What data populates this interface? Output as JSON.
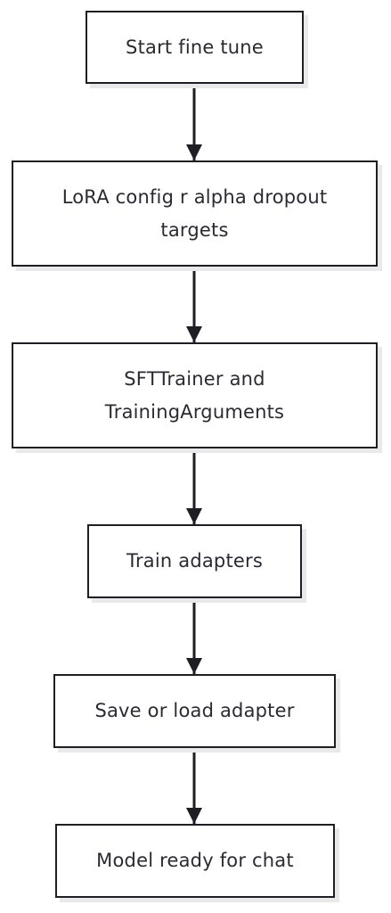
{
  "diagram": {
    "nodes": [
      {
        "id": "start",
        "label": "Start fine tune"
      },
      {
        "id": "lora",
        "label": "LoRA config r alpha dropout targets"
      },
      {
        "id": "sft",
        "label": "SFTTrainer and TrainingArguments"
      },
      {
        "id": "train",
        "label": "Train adapters"
      },
      {
        "id": "save",
        "label": "Save or load adapter"
      },
      {
        "id": "ready",
        "label": "Model ready for chat"
      }
    ],
    "edges": [
      {
        "from": "start",
        "to": "lora"
      },
      {
        "from": "lora",
        "to": "sft"
      },
      {
        "from": "sft",
        "to": "train"
      },
      {
        "from": "train",
        "to": "save"
      },
      {
        "from": "save",
        "to": "ready"
      }
    ],
    "colors": {
      "stroke": "#1e1e24",
      "text": "#2a2a33",
      "shadow": "#e9e9e9",
      "background": "#ffffff"
    }
  }
}
